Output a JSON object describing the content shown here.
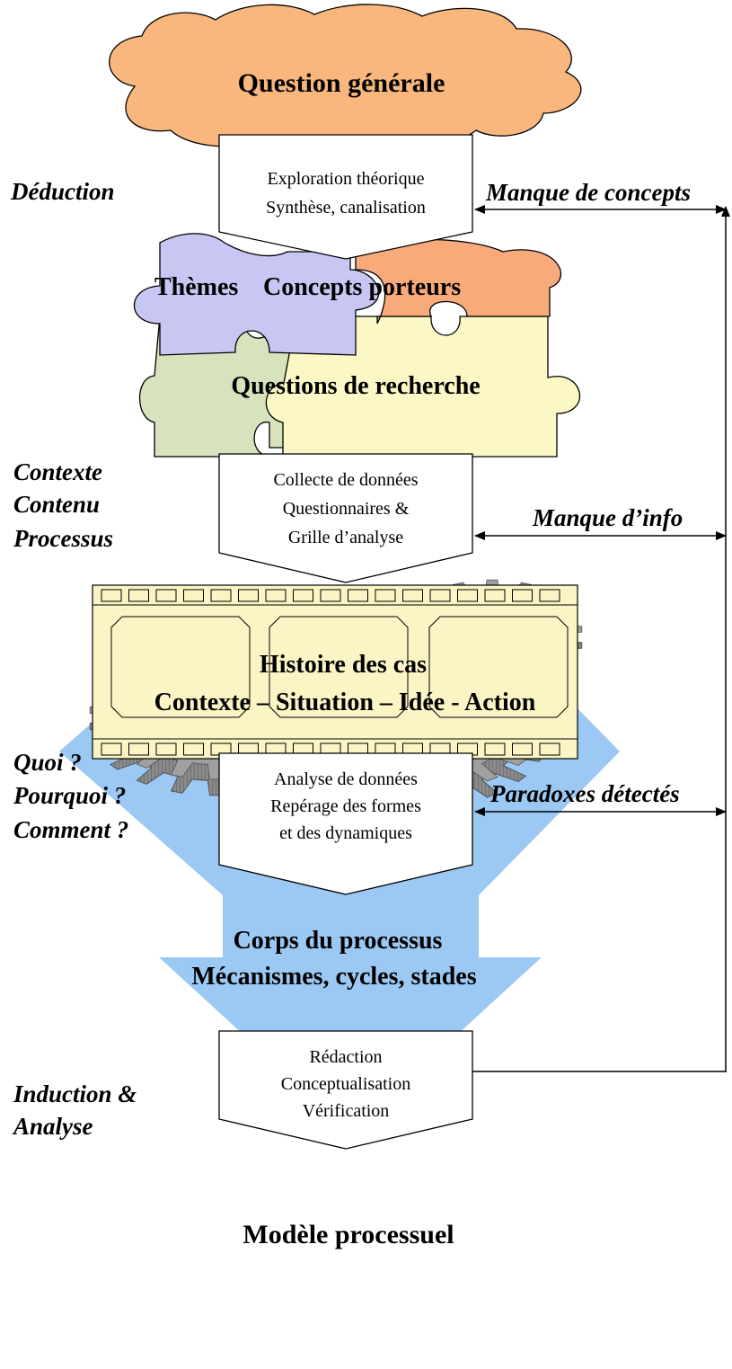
{
  "cloud": {
    "title": "Question générale"
  },
  "left_labels": {
    "deduction": "Déduction",
    "contexte": "Contexte",
    "contenu": "Contenu",
    "processus": "Processus",
    "quoi": "Quoi ?",
    "pourquoi": "Pourquoi ?",
    "comment": "Comment ?",
    "induction": "Induction &",
    "analyse": "Analyse"
  },
  "steps": {
    "exploration": [
      "Exploration théorique",
      "Synthèse, canalisation"
    ],
    "collecte": [
      "Collecte de données",
      "Questionnaires &",
      "Grille d’analyse"
    ],
    "analyse": [
      "Analyse de données",
      "Repérage des formes",
      "et des dynamiques"
    ],
    "redaction": [
      "Rédaction",
      "Conceptualisation",
      "Vérification"
    ]
  },
  "feedback": {
    "concepts": "Manque de concepts",
    "info": "Manque d’info",
    "paradoxes": "Paradoxes détectés"
  },
  "puzzle": {
    "themes": "Thèmes",
    "concepts": "Concepts porteurs",
    "questions": "Questions de recherche"
  },
  "film": {
    "title": "Histoire des cas",
    "subtitle": "Contexte – Situation – Idée - Action"
  },
  "gears": {
    "title": "Corps du processus",
    "subtitle": "Mécanismes, cycles, stades"
  },
  "model": {
    "title": "Modèle processuel"
  },
  "colors": {
    "cloud": "#F9B77E",
    "puzzle_blue": "#C8C6F2",
    "puzzle_orange": "#F8AA7A",
    "puzzle_green": "#D6E3BC",
    "puzzle_yellow": "#FCF8C6",
    "film": "#FBF5C5",
    "gear": "#A0A0A0",
    "model": "#9CC9F3"
  }
}
